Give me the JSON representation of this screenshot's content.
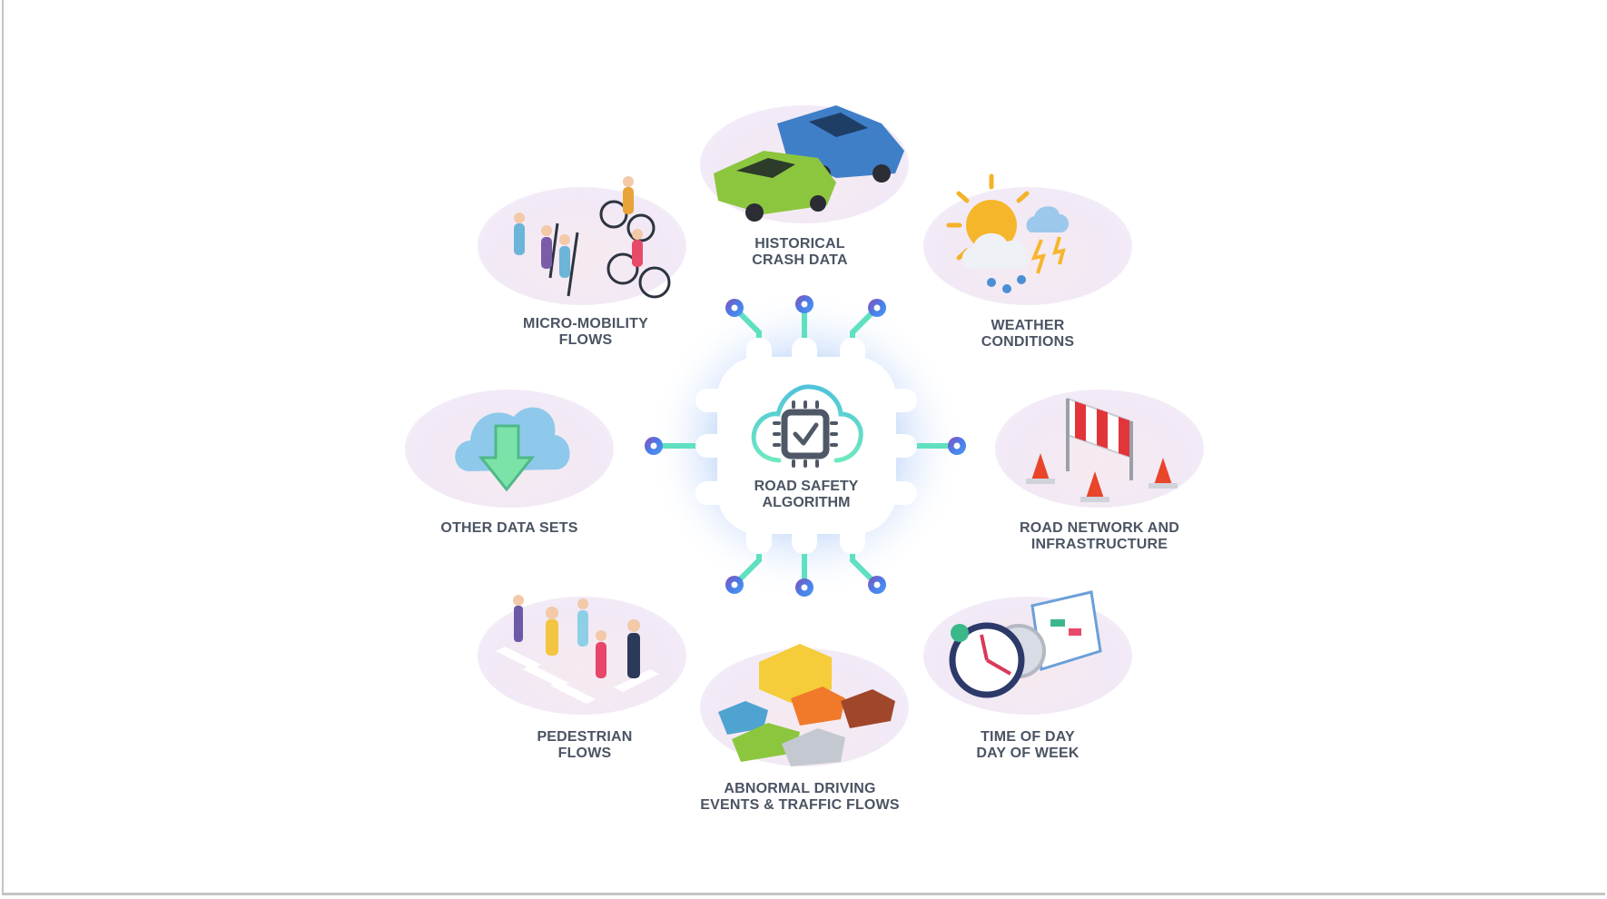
{
  "center": {
    "line1": "ROAD SAFETY",
    "line2": "ALGORITHM",
    "icon": "cloud-chip-check-icon"
  },
  "nodes": [
    {
      "id": "historical",
      "line1": "HISTORICAL",
      "line2": "CRASH DATA",
      "icon": "crashed-cars-icon"
    },
    {
      "id": "micromobility",
      "line1": "MICRO-MOBILITY",
      "line2": "FLOWS",
      "icon": "cyclists-scooters-icon"
    },
    {
      "id": "weather",
      "line1": "WEATHER",
      "line2": "CONDITIONS",
      "icon": "sun-storm-cloud-icon"
    },
    {
      "id": "other",
      "line1": "OTHER DATA SETS",
      "line2": "",
      "icon": "cloud-download-icon"
    },
    {
      "id": "road",
      "line1": "ROAD NETWORK AND",
      "line2": "INFRASTRUCTURE",
      "icon": "roadblock-cones-icon"
    },
    {
      "id": "pedestrian",
      "line1": "PEDESTRIAN",
      "line2": "FLOWS",
      "icon": "pedestrians-crosswalk-icon"
    },
    {
      "id": "abnormal",
      "line1": "ABNORMAL DRIVING",
      "line2": "EVENTS & TRAFFIC FLOWS",
      "icon": "traffic-cars-icon"
    },
    {
      "id": "time",
      "line1": "TIME OF DAY",
      "line2": "DAY OF WEEK",
      "icon": "clock-calendar-icon"
    }
  ],
  "colors": {
    "text": "#4b5463",
    "teal": "#5fe0c0",
    "blue": "#4b7be8",
    "purple": "#8a4fb0"
  }
}
